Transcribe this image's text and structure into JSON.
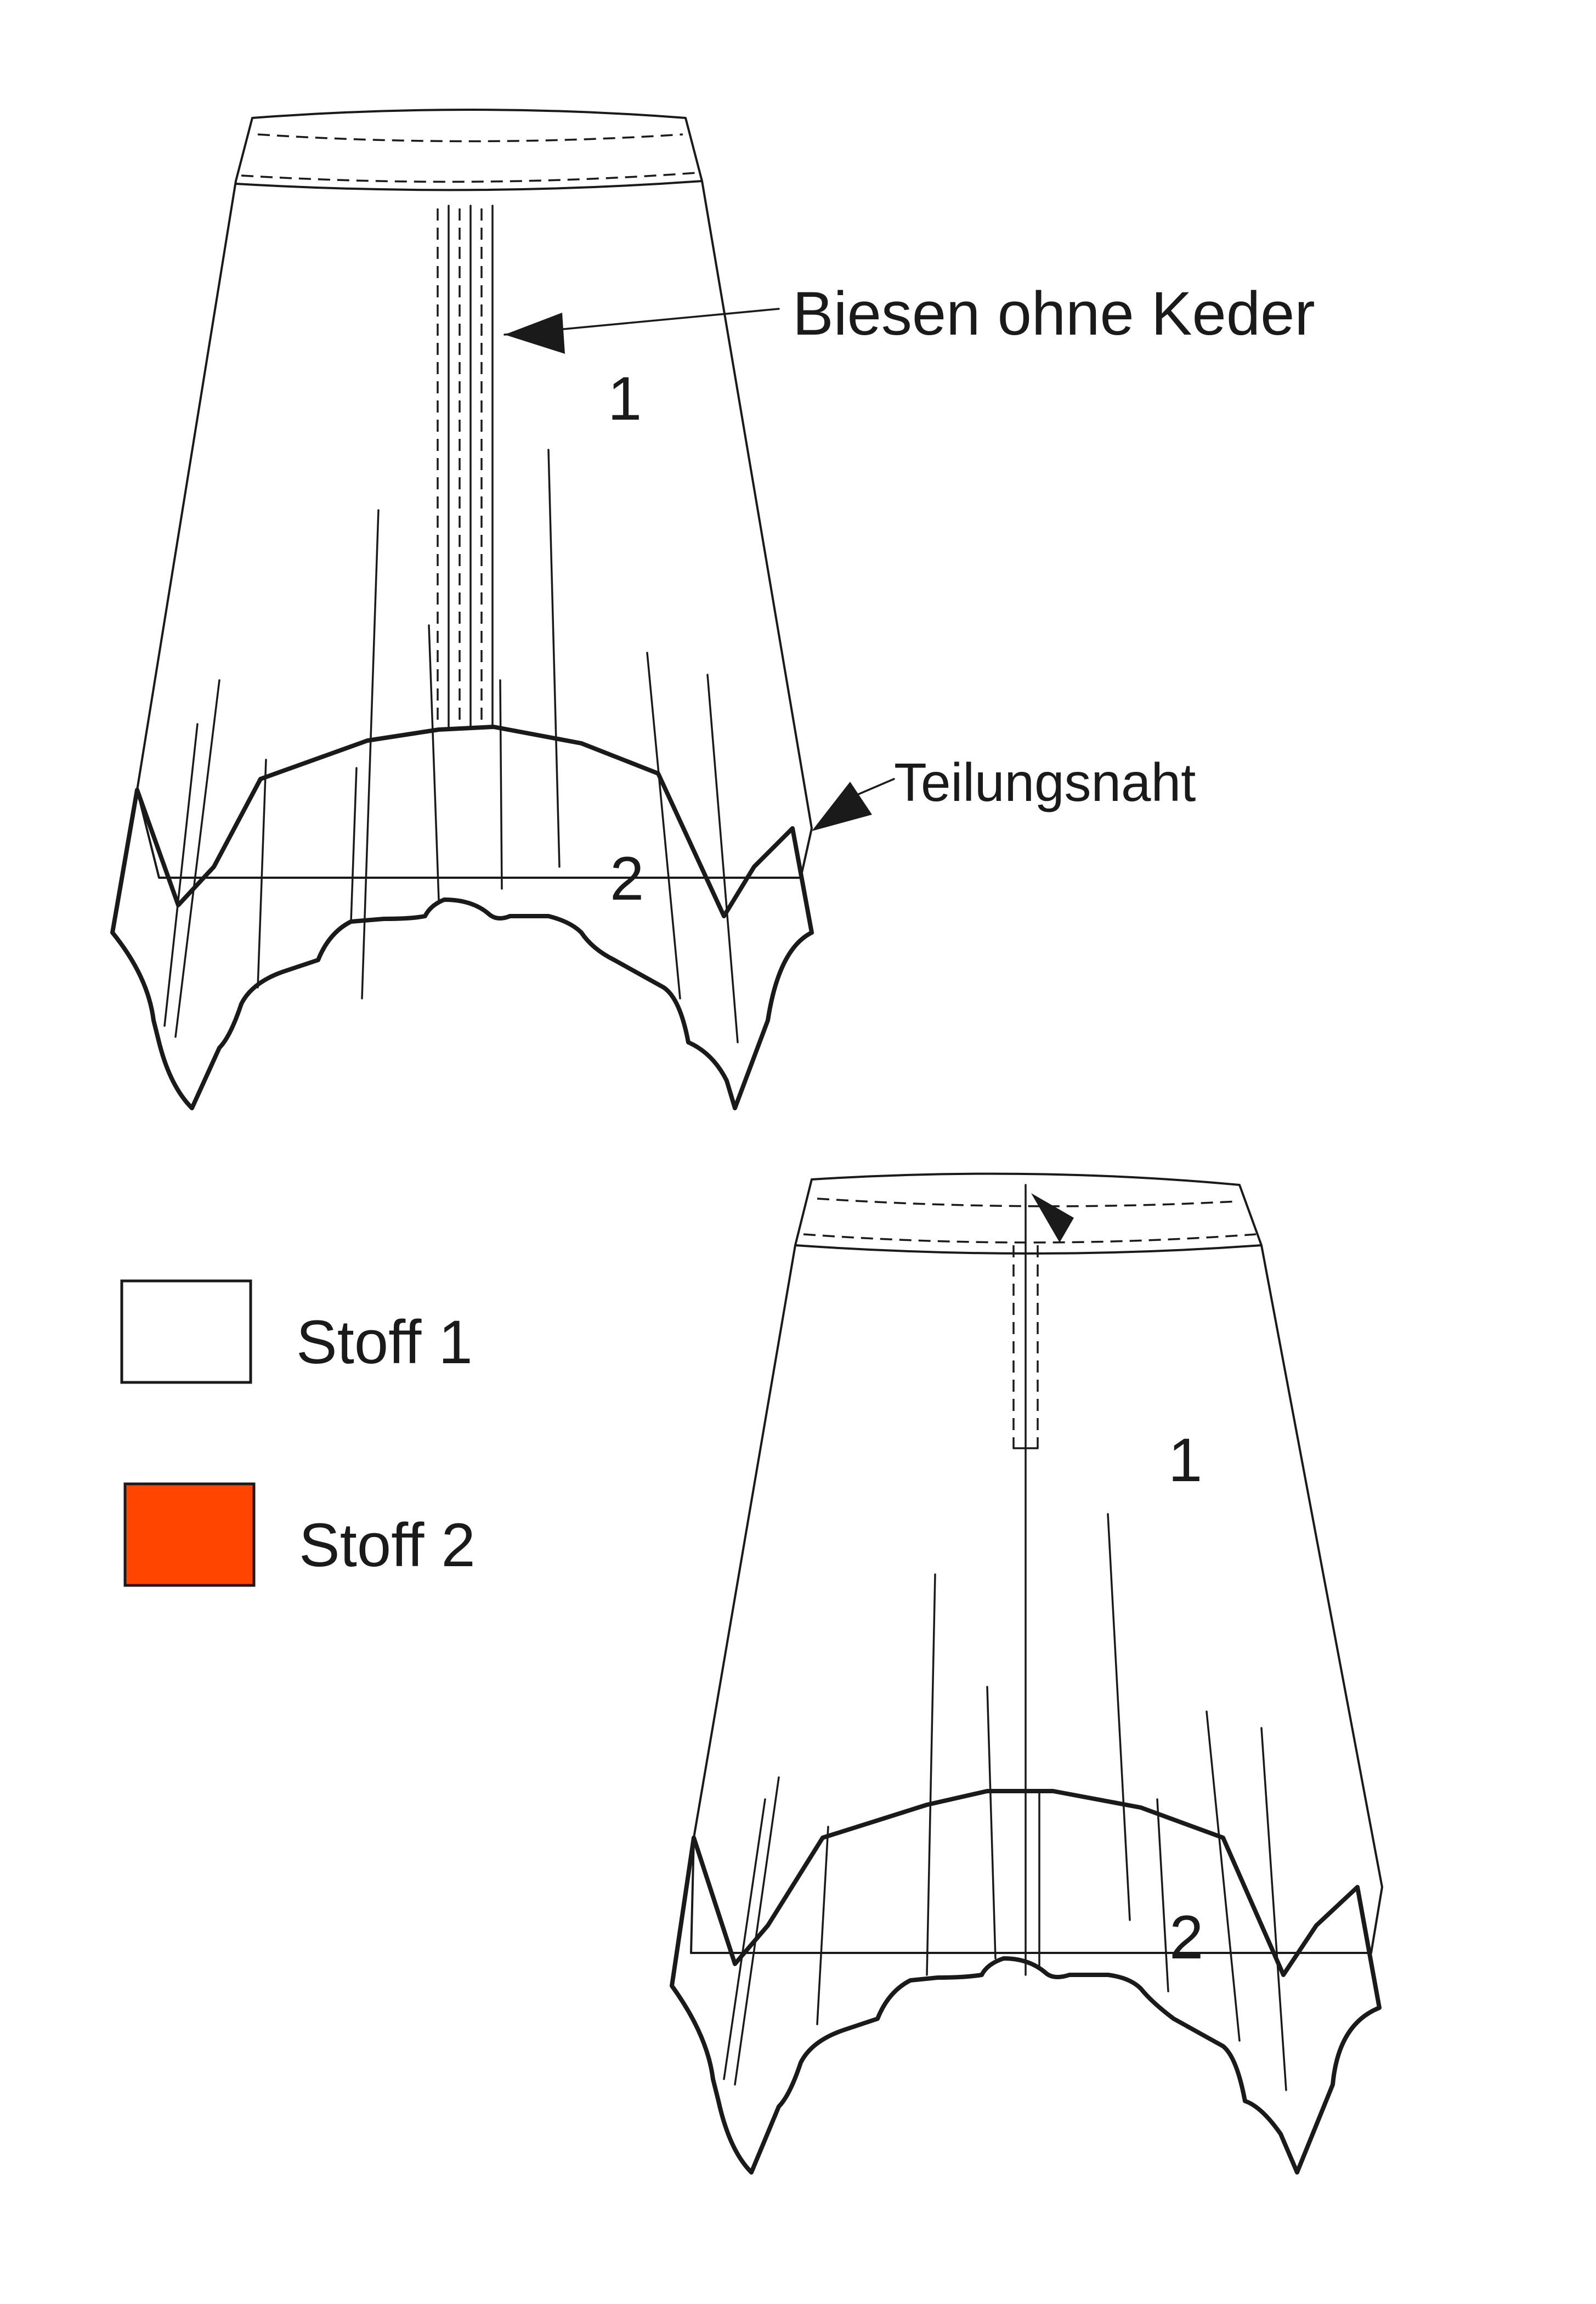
{
  "labels": {
    "front_callout": "Biesen ohne Keder",
    "seam_callout": "Teilungsnaht",
    "front_panel_1": "1",
    "front_panel_2": "2",
    "back_panel_1": "1",
    "back_panel_2": "2"
  },
  "legend": {
    "items": [
      {
        "label": "Stoff 1",
        "color": "#ffffff"
      },
      {
        "label": "Stoff 2",
        "color": "#ff4500"
      }
    ]
  },
  "colors": {
    "fabric_1": "#ffffff",
    "fabric_2": "#ff4500",
    "line": "#1a1a1a"
  }
}
